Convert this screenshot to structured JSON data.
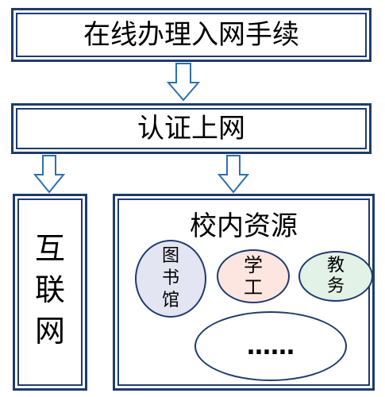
{
  "boxes": {
    "top": "在线办理入网手续",
    "auth": "认证上网",
    "internet": [
      "互",
      "联",
      "网"
    ],
    "campus_title": "校内资源"
  },
  "resources": {
    "library": [
      "图",
      "书",
      "馆"
    ],
    "student_affairs": [
      "学",
      "工"
    ],
    "academic_affairs": [
      "教",
      "务"
    ],
    "more": "……"
  },
  "colors": {
    "border": "#1f3b6e",
    "arrow_fill": "#ffffff",
    "arrow_stroke": "#2e6fb0",
    "library_fill": "#e3e5f2",
    "student_affairs_fill": "#fde6e0",
    "academic_affairs_fill": "#e3f2e6",
    "more_fill": "#ffffff"
  }
}
